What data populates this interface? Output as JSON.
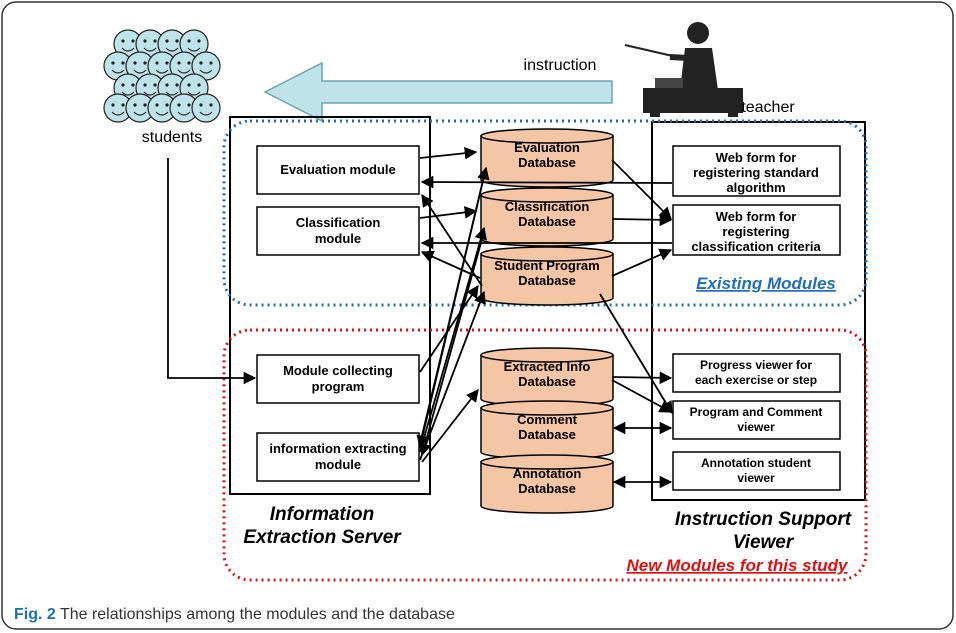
{
  "diagram": {
    "instruction_label": "instruction",
    "teacher_label": "teacher",
    "students_label": "students",
    "server": {
      "title_line1": "Information",
      "title_line2": "Extraction Server",
      "modules": [
        {
          "line1": "Evaluation  module",
          "line2": ""
        },
        {
          "line1": "Classification",
          "line2": "module"
        },
        {
          "line1": "Module collecting",
          "line2": "program"
        },
        {
          "line1": "information extracting",
          "line2": "module"
        }
      ]
    },
    "databases": [
      {
        "line1": "Evaluation",
        "line2": "Database"
      },
      {
        "line1": "Classification",
        "line2": "Database"
      },
      {
        "line1": "Student Program",
        "line2": "Database"
      },
      {
        "line1": "Extracted Info",
        "line2": "Database"
      },
      {
        "line1": "Comment",
        "line2": "Database"
      },
      {
        "line1": "Annotation",
        "line2": "Database"
      }
    ],
    "viewer": {
      "title_line1": "Instruction Support",
      "title_line2": "Viewer",
      "web_forms": [
        {
          "lines": [
            "Web form for",
            "registering standard",
            "algorithm"
          ]
        },
        {
          "lines": [
            "Web form for",
            "registering",
            "classification criteria"
          ]
        }
      ],
      "viewers": [
        {
          "lines": [
            "Progress viewer for",
            "each exercise or step"
          ]
        },
        {
          "lines": [
            "Program and Comment",
            "viewer"
          ]
        },
        {
          "lines": [
            "Annotation student",
            "viewer"
          ]
        }
      ]
    },
    "existing_modules_label": "Existing Modules",
    "new_modules_label": "New Modules for this study",
    "colors": {
      "database_fill": "#f5c6a5",
      "arrow_fill": "#bfe3ea",
      "existing_border": "#1f6fb8",
      "new_border": "#e01010",
      "new_label": "#e01010",
      "existing_label": "#1f6fb8"
    }
  },
  "caption": {
    "label": "Fig. 2",
    "text": "The relationships among the modules and the database"
  }
}
